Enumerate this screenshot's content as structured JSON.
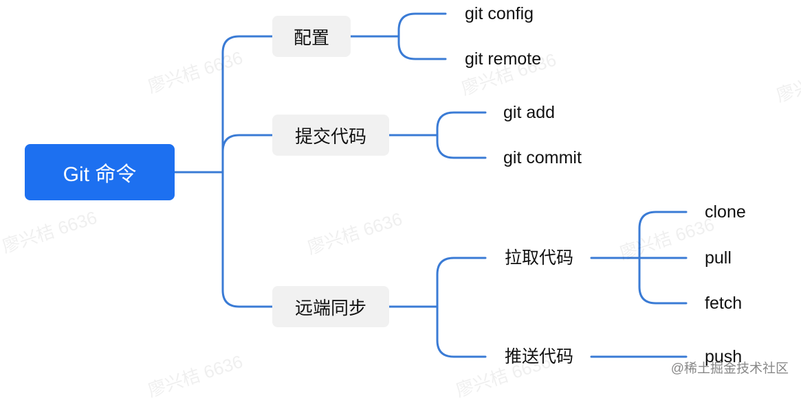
{
  "root": {
    "label": "Git 命令"
  },
  "branches": {
    "config": {
      "label": "配置",
      "children": [
        "git config",
        "git remote"
      ]
    },
    "commit": {
      "label": "提交代码",
      "children": [
        "git add",
        "git commit"
      ]
    },
    "remote": {
      "label": "远端同步",
      "pull": {
        "label": "拉取代码",
        "children": [
          "clone",
          "pull",
          "fetch"
        ]
      },
      "push": {
        "label": "推送代码",
        "children": [
          "push"
        ]
      }
    }
  },
  "watermark": "廖兴桔 6636",
  "footer": "@稀土掘金技术社区",
  "colors": {
    "line": "#3a7bd5",
    "root_bg": "#1d70f0",
    "branch_bg": "#f1f1f1"
  }
}
